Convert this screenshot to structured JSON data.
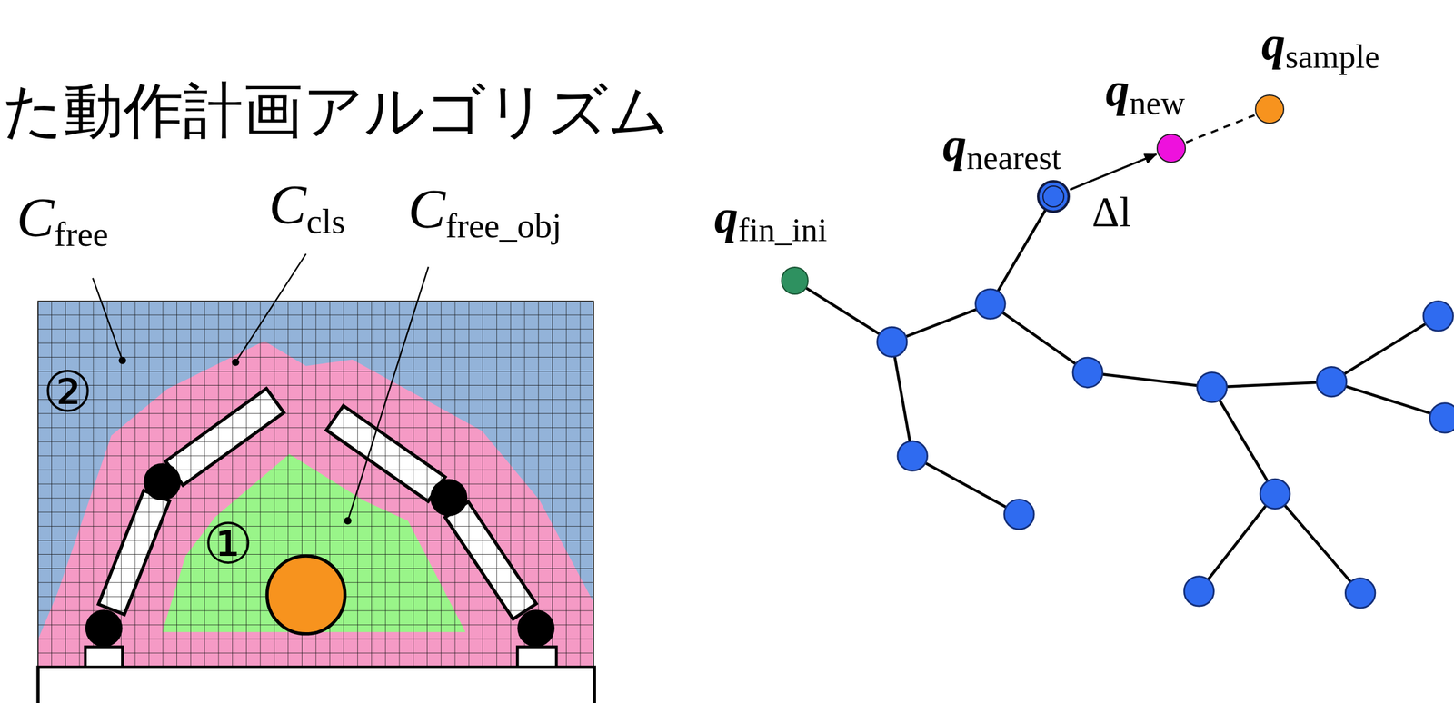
{
  "diagram": {
    "title": "た動作計画アルゴリズム",
    "nodes": [
      {
        "text": [
          "qfin_ini"
        ]
      },
      {
        "text": [
          "qnearest"
        ]
      },
      {
        "text": [
          "qnew"
        ]
      },
      {
        "text": [
          "qsample"
        ]
      }
    ],
    "edges": [
      {
        "from": 1,
        "to": 2,
        "arrow": "to",
        "label": "Δl"
      },
      {
        "from": 2,
        "to": 3,
        "arrow": "none"
      }
    ],
    "labels": [
      "Cfree",
      "Ccls",
      "Cfree_obj",
      "②",
      "①"
    ]
  }
}
